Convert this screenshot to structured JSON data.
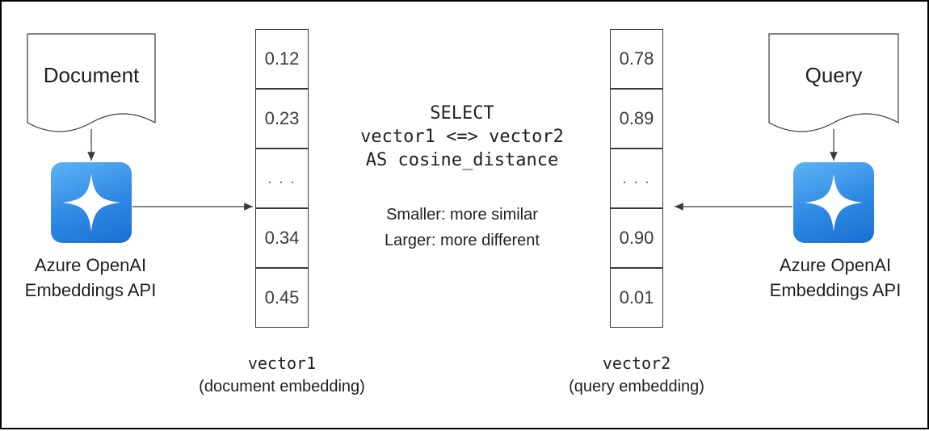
{
  "left": {
    "doc_label": "Document",
    "api_caption_line1": "Azure OpenAI",
    "api_caption_line2": "Embeddings API",
    "vector": [
      "0.12",
      "0.23",
      ". . .",
      "0.34",
      "0.45"
    ],
    "vector_name": "vector1",
    "vector_desc": "(document embedding)"
  },
  "right": {
    "doc_label": "Query",
    "api_caption_line1": "Azure OpenAI",
    "api_caption_line2": "Embeddings API",
    "vector": [
      "0.78",
      "0.89",
      ". . .",
      "0.90",
      "0.01"
    ],
    "vector_name": "vector2",
    "vector_desc": "(query embedding)"
  },
  "sql": {
    "line1": "SELECT",
    "line2": "vector1 <=> vector2",
    "line3": "AS cosine_distance"
  },
  "notes": {
    "smaller": "Smaller: more similar",
    "larger": "Larger: more different"
  },
  "colors": {
    "icon_top": "#5db3f3",
    "icon_bottom": "#1a6fd0",
    "line": "#3a3a3a"
  },
  "icons": {
    "api": "azure-openai-sparkle-icon",
    "document": "document-shape"
  }
}
